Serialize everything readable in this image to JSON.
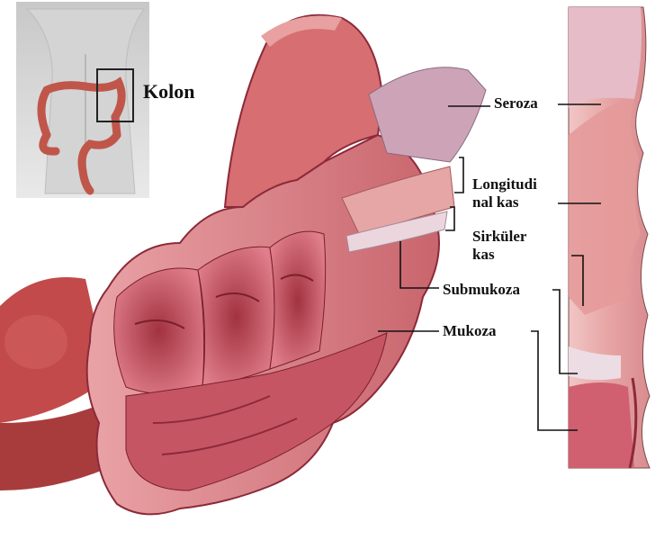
{
  "inset": {
    "label": "Kolon"
  },
  "labels": {
    "seroza": "Seroza",
    "longitudinal_line1": "Longitudi",
    "longitudinal_line2": "nal kas",
    "circular_line1": "Sirküler",
    "circular_line2": "kas",
    "submukoza": "Submukoza",
    "mukoza": "Mukoza"
  },
  "colors": {
    "mucosa": "#c85a6a",
    "mucosa_dark": "#8c2a3a",
    "muscle": "#d9828a",
    "serosa": "#c9a3b8",
    "submucosa": "#e8d3dc",
    "inset_bg": "#dcdcdc"
  }
}
